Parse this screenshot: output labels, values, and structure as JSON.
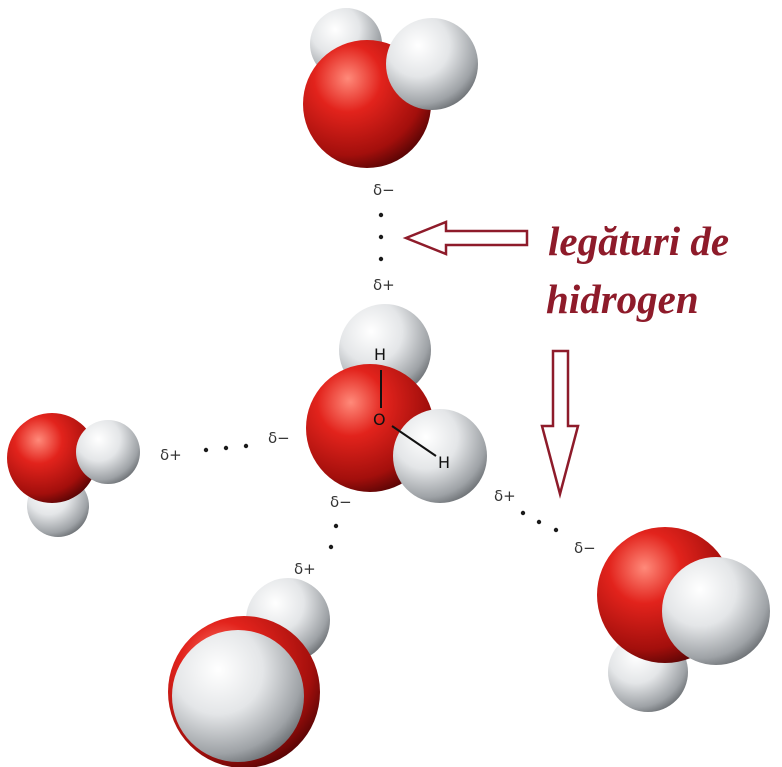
{
  "caption": {
    "line1": "legături de",
    "line2": "hidrogen",
    "color": "#8e1b2a"
  },
  "charges": {
    "delta_minus": "δ−",
    "delta_plus": "δ+"
  },
  "atoms": {
    "hydrogen": "H",
    "oxygen": "O"
  },
  "colors": {
    "oxygen": "#d01f1f",
    "hydrogen": "#e6e8ea",
    "arrow_outline": "#8e1b2a"
  }
}
